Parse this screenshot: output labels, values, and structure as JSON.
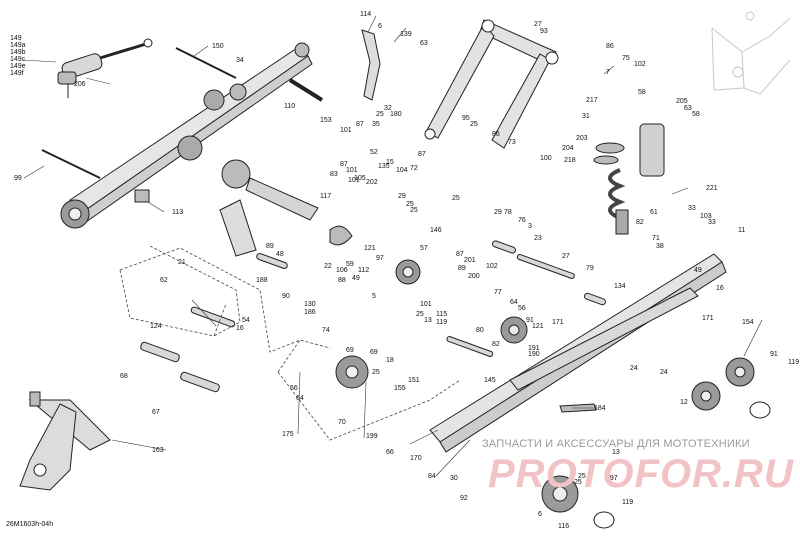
{
  "diagram_code": "26M1603h-04h",
  "watermark": {
    "line1": "ЗАПЧАСТИ И АКСЕССУАРЫ ДЛЯ МОТОТЕХНИКИ",
    "line2": "PROTOFOR.RU"
  },
  "callouts": [
    "149",
    "149a",
    "149b",
    "149c",
    "149e",
    "149f",
    "206",
    "150",
    "34",
    "110",
    "114",
    "6",
    "139",
    "63",
    "27",
    "93",
    "86",
    "75",
    "102",
    "7",
    "217",
    "58",
    "205",
    "63",
    "58",
    "32",
    "25",
    "180",
    "153",
    "101",
    "87",
    "35",
    "95",
    "25",
    "86",
    "73",
    "100",
    "31",
    "83",
    "101",
    "52",
    "15",
    "104",
    "72",
    "87",
    "202",
    "135",
    "87",
    "101",
    "105",
    "204",
    "218",
    "203",
    "221",
    "99",
    "113",
    "117",
    "25",
    "29",
    "25",
    "25",
    "29",
    "78",
    "76",
    "3",
    "23",
    "33",
    "103",
    "33",
    "11",
    "61",
    "82",
    "71",
    "38",
    "48",
    "89",
    "49",
    "22",
    "146",
    "121",
    "97",
    "57",
    "87",
    "201",
    "102",
    "89",
    "200",
    "27",
    "79",
    "134",
    "188",
    "21",
    "62",
    "90",
    "130",
    "186",
    "59",
    "112",
    "49",
    "106",
    "88",
    "5",
    "101",
    "115",
    "25",
    "13",
    "119",
    "77",
    "64",
    "56",
    "16",
    "124",
    "54",
    "16",
    "80",
    "171",
    "82",
    "91",
    "121",
    "171",
    "191",
    "154",
    "74",
    "69",
    "56",
    "64",
    "18",
    "151",
    "68",
    "67",
    "190",
    "24",
    "91",
    "119",
    "69",
    "145",
    "155",
    "24",
    "25",
    "175",
    "70",
    "199",
    "66",
    "184",
    "12",
    "13",
    "163",
    "84",
    "170",
    "30",
    "92",
    "25",
    "197",
    "25",
    "6",
    "119",
    "116"
  ]
}
